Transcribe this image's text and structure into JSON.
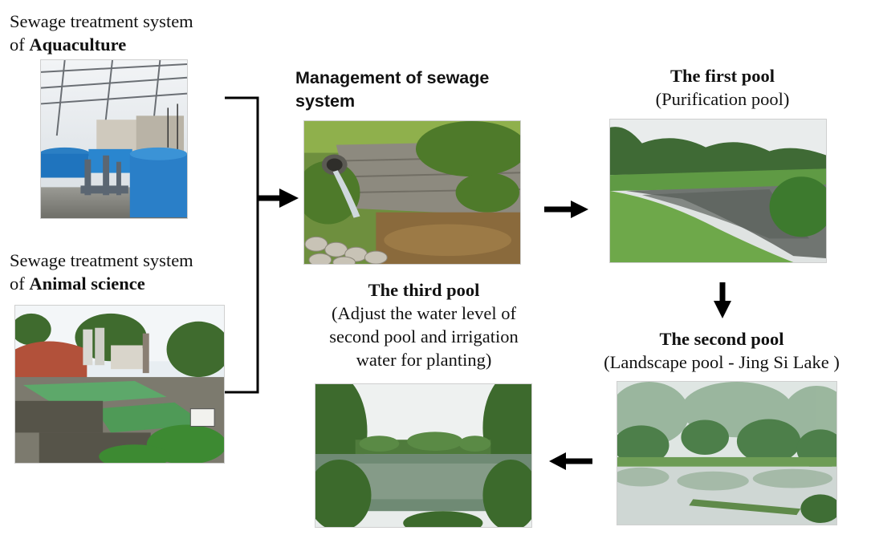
{
  "sources": [
    {
      "prefix_line": "Sewage treatment system",
      "of_word": "of",
      "name": "Aquaculture"
    },
    {
      "prefix_line": "Sewage treatment system",
      "of_word": "of",
      "name": "Animal science"
    }
  ],
  "management": {
    "line1": "Management of sewage",
    "line2": "system"
  },
  "pool1": {
    "title": "The first pool",
    "subtitle": "(Purification pool)"
  },
  "pool2": {
    "title": "The second pool",
    "subtitle": "(Landscape pool - Jing Si Lake )"
  },
  "pool3": {
    "title": "The third pool",
    "line1": "(Adjust the water level of",
    "line2": "second pool and irrigation",
    "line3": "water for planting)"
  },
  "flow": [
    "Aquaculture + Animal science -> Management of sewage system",
    "Management of sewage system -> The first pool",
    "The first pool -> The second pool",
    "The second pool -> The third pool"
  ],
  "colors": {
    "arrow": "#000000",
    "text": "#111111"
  },
  "photos": [
    "aquaculture-tanks-photo",
    "animal-science-pond-photo",
    "sewage-outlet-photo",
    "first-pool-photo",
    "second-pool-photo",
    "third-pool-photo"
  ]
}
